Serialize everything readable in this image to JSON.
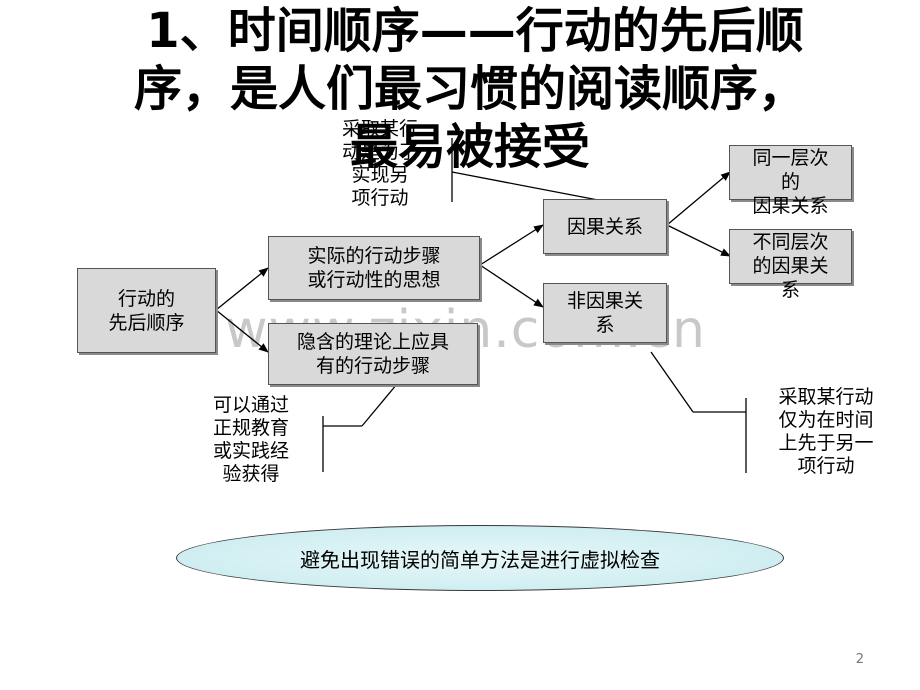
{
  "title": {
    "line1": "1、时间顺序——行动的先后顺",
    "line2": "序，是人们最习惯的阅读顺序，",
    "line3": "最易被接受"
  },
  "nodes": {
    "root": "行动的\n先后顺序",
    "actual_steps": "实际的行动步骤\n或行动性的思想",
    "implied_steps": "隐含的理论上应具\n有的行动步骤",
    "causal": "因果关系",
    "non_causal": "非因果关\n系",
    "same_level": "同一层次\n的\n因果关系",
    "diff_level": "不同层次\n的因果关\n系"
  },
  "notes": {
    "top_note": "采取某行\n动是为了\n实现另\n项行动",
    "left_note": "可以通过\n正规教育\n或实践经\n验获得",
    "right_note": "采取某行动\n仅为在时间\n上先于另一\n项行动"
  },
  "watermark": "www.zixin.com.cn",
  "callout": "避免出现错误的简单方法是进行虚拟检查",
  "page_number": "2"
}
